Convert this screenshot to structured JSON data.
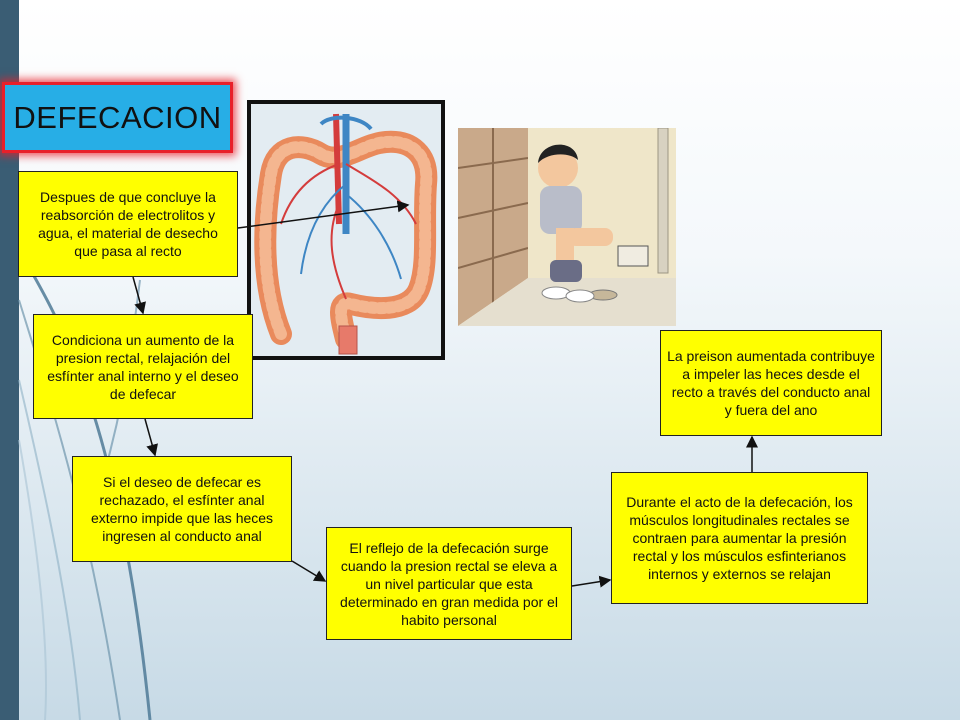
{
  "title": "DEFECACION",
  "boxes": {
    "step1": "Despues de que concluye la reabsorción de electrolitos y agua, el material de desecho que pasa al recto",
    "step2": "Condiciona un aumento de la presion rectal, relajación del esfínter anal interno y el deseo de defecar",
    "step3": "Si el deseo de defecar es rechazado, el esfínter  anal externo  impide que las heces ingresen al conducto anal",
    "step4": "El reflejo de la defecación surge cuando la presion rectal se eleva a un nivel particular que esta determinado en gran medida por el habito personal",
    "step5": "Durante el acto de la defecación,  los músculos  longitudinales rectales se contraen para aumentar  la presión rectal y los músculos  esfinterianos internos y externos  se relajan",
    "step6": "La preison aumentada contribuye  a impeler las heces desde el recto a través del conducto anal y fuera  del ano"
  },
  "images": {
    "intestine": "intestine-illustration",
    "boy": "boy-on-toilet-illustration"
  },
  "colors": {
    "box_fill": "#ffff00",
    "title_fill": "#27aee6",
    "title_border": "#e8202a",
    "left_bar": "#3a5d74"
  }
}
